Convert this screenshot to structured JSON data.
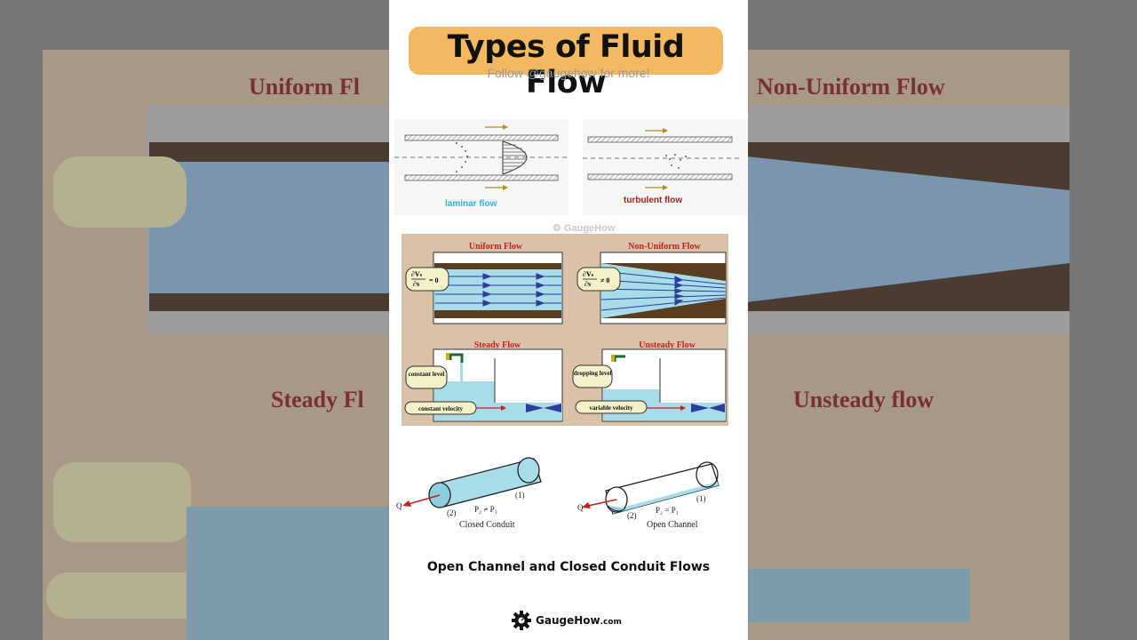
{
  "header": {
    "title": "Types of Fluid Flow",
    "subtitle": "Follow @gaugehow for more!"
  },
  "pipe_flow": {
    "laminar_label": "laminar flow",
    "turbulent_label": "turbulent flow"
  },
  "watermark": "GaugeHow",
  "flow_panels": {
    "uniform_title": "Uniform Flow",
    "non_uniform_title": "Non-Uniform Flow",
    "steady_title": "Steady Flow",
    "unsteady_title": "Unsteady Flow",
    "uniform_eq": "= 0",
    "non_uniform_eq": "≠ 0",
    "steady_level": "constant level",
    "steady_velocity": "constant velocity",
    "unsteady_level": "dropping level",
    "unsteady_velocity": "variable velocity"
  },
  "conduits": {
    "closed_caption": "Closed Conduit",
    "open_caption": "Open Channel",
    "closed_relation": "P₂ ≠ P₁",
    "open_relation": "P₂ = P₁",
    "flow_label": "Q",
    "section_1": "(1)",
    "section_2": "(2)"
  },
  "caption": "Open Channel and Closed Conduit Flows",
  "footer": {
    "brand": "GaugeHow",
    "domain_suffix": ".com"
  },
  "colors": {
    "title_bg": "#f4b860",
    "panel_bg": "#d9c2a8",
    "pipe_fill": "#a8dce9",
    "laminar": "#29b6e0",
    "turbulent": "#b01c1c",
    "panel_title": "#c81e1e"
  }
}
